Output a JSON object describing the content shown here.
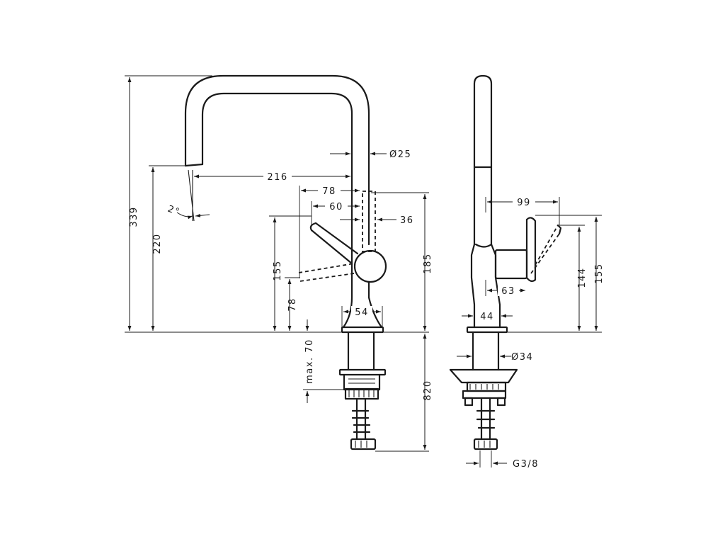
{
  "front_view": {
    "dim_339": "339",
    "dim_220": "220",
    "dim_216": "216",
    "dim_2deg": "2°",
    "dim_d25": "Ø25",
    "dim_78_h": "78",
    "dim_60": "60",
    "dim_36": "36",
    "dim_155": "155",
    "dim_78_v": "78",
    "dim_185": "185",
    "dim_54": "54",
    "dim_max70": "max. 70",
    "dim_820": "820"
  },
  "side_view": {
    "dim_99": "99",
    "dim_63": "63",
    "dim_144": "144",
    "dim_155": "155",
    "dim_44": "44",
    "dim_d34": "Ø34",
    "dim_g38": "G3/8"
  }
}
